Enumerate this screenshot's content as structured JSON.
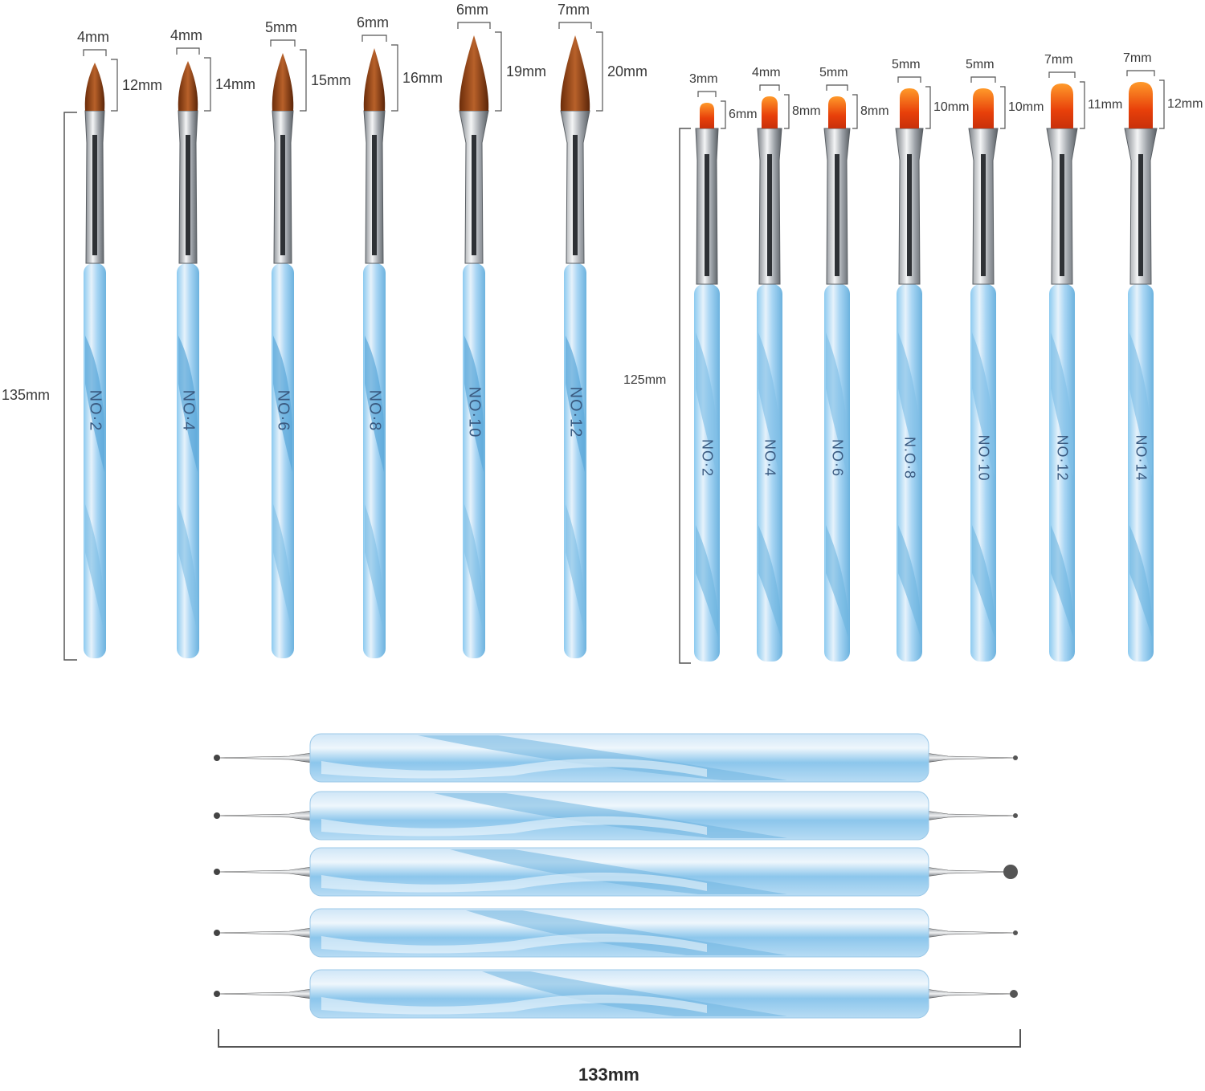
{
  "colors": {
    "handle_light": "#dcebf7",
    "handle_blue": "#6fb4e0",
    "ferrule": "#b9bec4",
    "bristle_brown": "#9a4a1c",
    "bristle_orange": "#e24a0c",
    "dim_line": "#555555"
  },
  "left_set": {
    "length_label": "135mm",
    "brushes": [
      {
        "width": "4mm",
        "tip": "12mm",
        "number": "NO·2"
      },
      {
        "width": "4mm",
        "tip": "14mm",
        "number": "NO·4"
      },
      {
        "width": "5mm",
        "tip": "15mm",
        "number": "NO·6"
      },
      {
        "width": "6mm",
        "tip": "16mm",
        "number": "NO·8"
      },
      {
        "width": "6mm",
        "tip": "19mm",
        "number": "NO·10"
      },
      {
        "width": "7mm",
        "tip": "20mm",
        "number": "NO·12"
      }
    ]
  },
  "right_set": {
    "length_label": "125mm",
    "brushes": [
      {
        "width": "3mm",
        "tip": "6mm",
        "number": "NO·2"
      },
      {
        "width": "4mm",
        "tip": "8mm",
        "number": "NO·4"
      },
      {
        "width": "5mm",
        "tip": "8mm",
        "number": "NO·6"
      },
      {
        "width": "5mm",
        "tip": "10mm",
        "number": "N.O·8"
      },
      {
        "width": "5mm",
        "tip": "10mm",
        "number": "NO·10"
      },
      {
        "width": "7mm",
        "tip": "11mm",
        "number": "NO·12"
      },
      {
        "width": "7mm",
        "tip": "12mm",
        "number": "NO·14"
      }
    ]
  },
  "dotting_tools": {
    "count": 5,
    "length_label": "133mm"
  }
}
